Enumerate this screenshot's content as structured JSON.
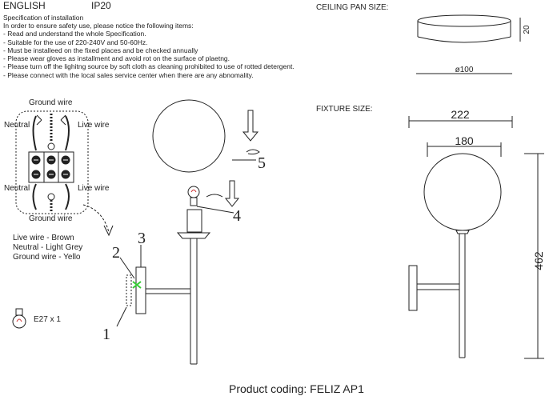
{
  "header": {
    "language": "ENGLISH",
    "ip_rating": "IP20",
    "ceiling_pan_title": "CEILING PAN  SIZE:",
    "fixture_title": "FIXTURE SIZE:"
  },
  "spec": {
    "title": "Specification of installation",
    "items": [
      "In order to ensure safety use, please notice the following items:",
      "- Read and understand the whole Specification.",
      "- Suitable for the use of 220-240V and 50-60Hz.",
      "- Must be installeed on the fixed places and be checked annually",
      "- Please wear gloves as installment and avoid rot on the surface of plaetng.",
      "- Please turn off the lighitng source by soft cloth as cleaning prohibited to use of rotted detergent.",
      "- Please connect with the local sales service center when there are any abnomality."
    ]
  },
  "wiring": {
    "ground_top": "Ground wire",
    "ground_bottom": "Ground wire",
    "neutral_top": "Neutral",
    "neutral_bottom": "Neutral",
    "live_top": "Live wire",
    "live_bottom": "Live wire",
    "legend": [
      "Live wire - Brown",
      "Neutral - Light Grey",
      "Ground wire - Yello"
    ]
  },
  "bulb": {
    "spec": "E27 x 1"
  },
  "callouts": {
    "c1": "1",
    "c2": "2",
    "c3": "3",
    "c4": "4",
    "c5": "5"
  },
  "dimensions": {
    "pan_height": "20",
    "pan_diameter": "ø100",
    "fixture_width_total": "222",
    "globe_width": "180",
    "fixture_height": "462"
  },
  "footer": {
    "product_coding": "Product coding: FELIZ AP1"
  }
}
